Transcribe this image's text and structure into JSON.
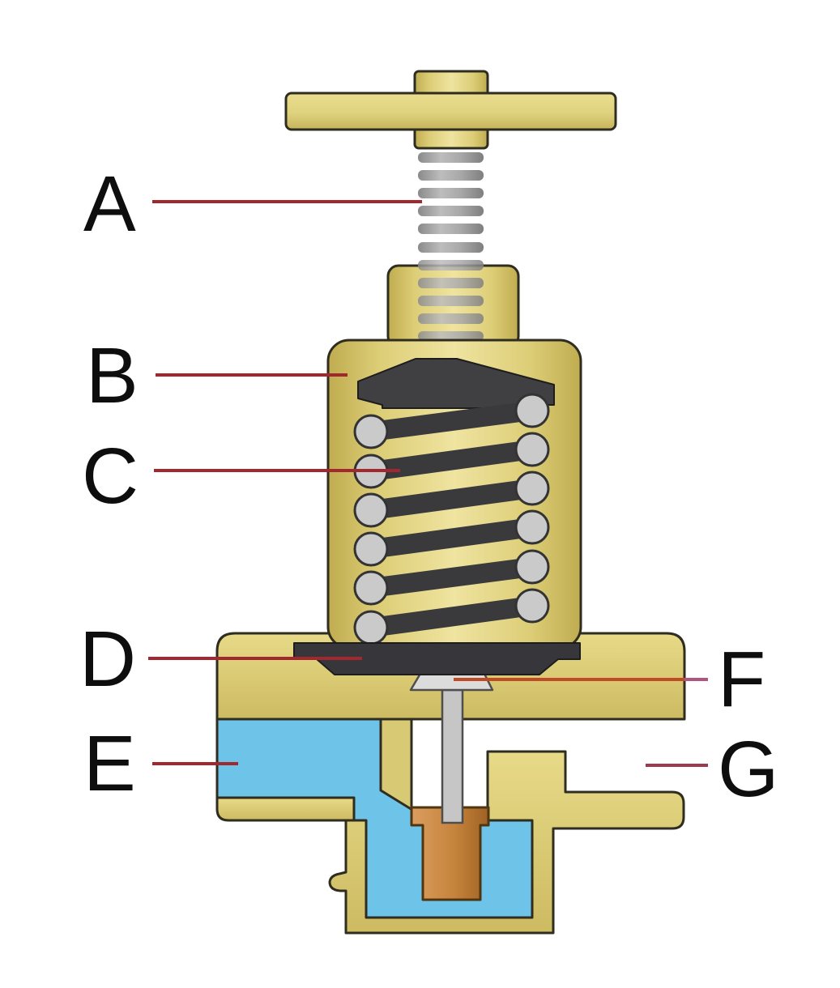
{
  "figure": {
    "labels": {
      "a": {
        "letter": "A"
      },
      "b": {
        "letter": "B"
      },
      "c": {
        "letter": "C"
      },
      "d": {
        "letter": "D"
      },
      "e": {
        "letter": "E"
      },
      "f": {
        "letter": "F"
      },
      "g": {
        "letter": "G"
      }
    }
  },
  "colors": {
    "background": "#ffffff",
    "outline": "#2f2d1f",
    "brass_mid": "#ddd07c",
    "brass_light": "#efe4a0",
    "brass_dark": "#c0ac50",
    "thread_gray": "#9f9f9f",
    "spring_dark": "#3a393c",
    "spring_tip_gray": "#cacaca",
    "diaphragm_dark": "#37363a",
    "fluid_blue": "#6ec4e8",
    "stem_gray": "#c6c6c6",
    "stem_cap_gray": "#dcdcdc",
    "seat_orange": "#c6843c",
    "label_text": "#0e0e0e",
    "leader_red": "#a1282f",
    "leader_orange": "#bf4a26",
    "leader_pink": "#b05580",
    "leader_g_red": "#9d3a4e"
  }
}
